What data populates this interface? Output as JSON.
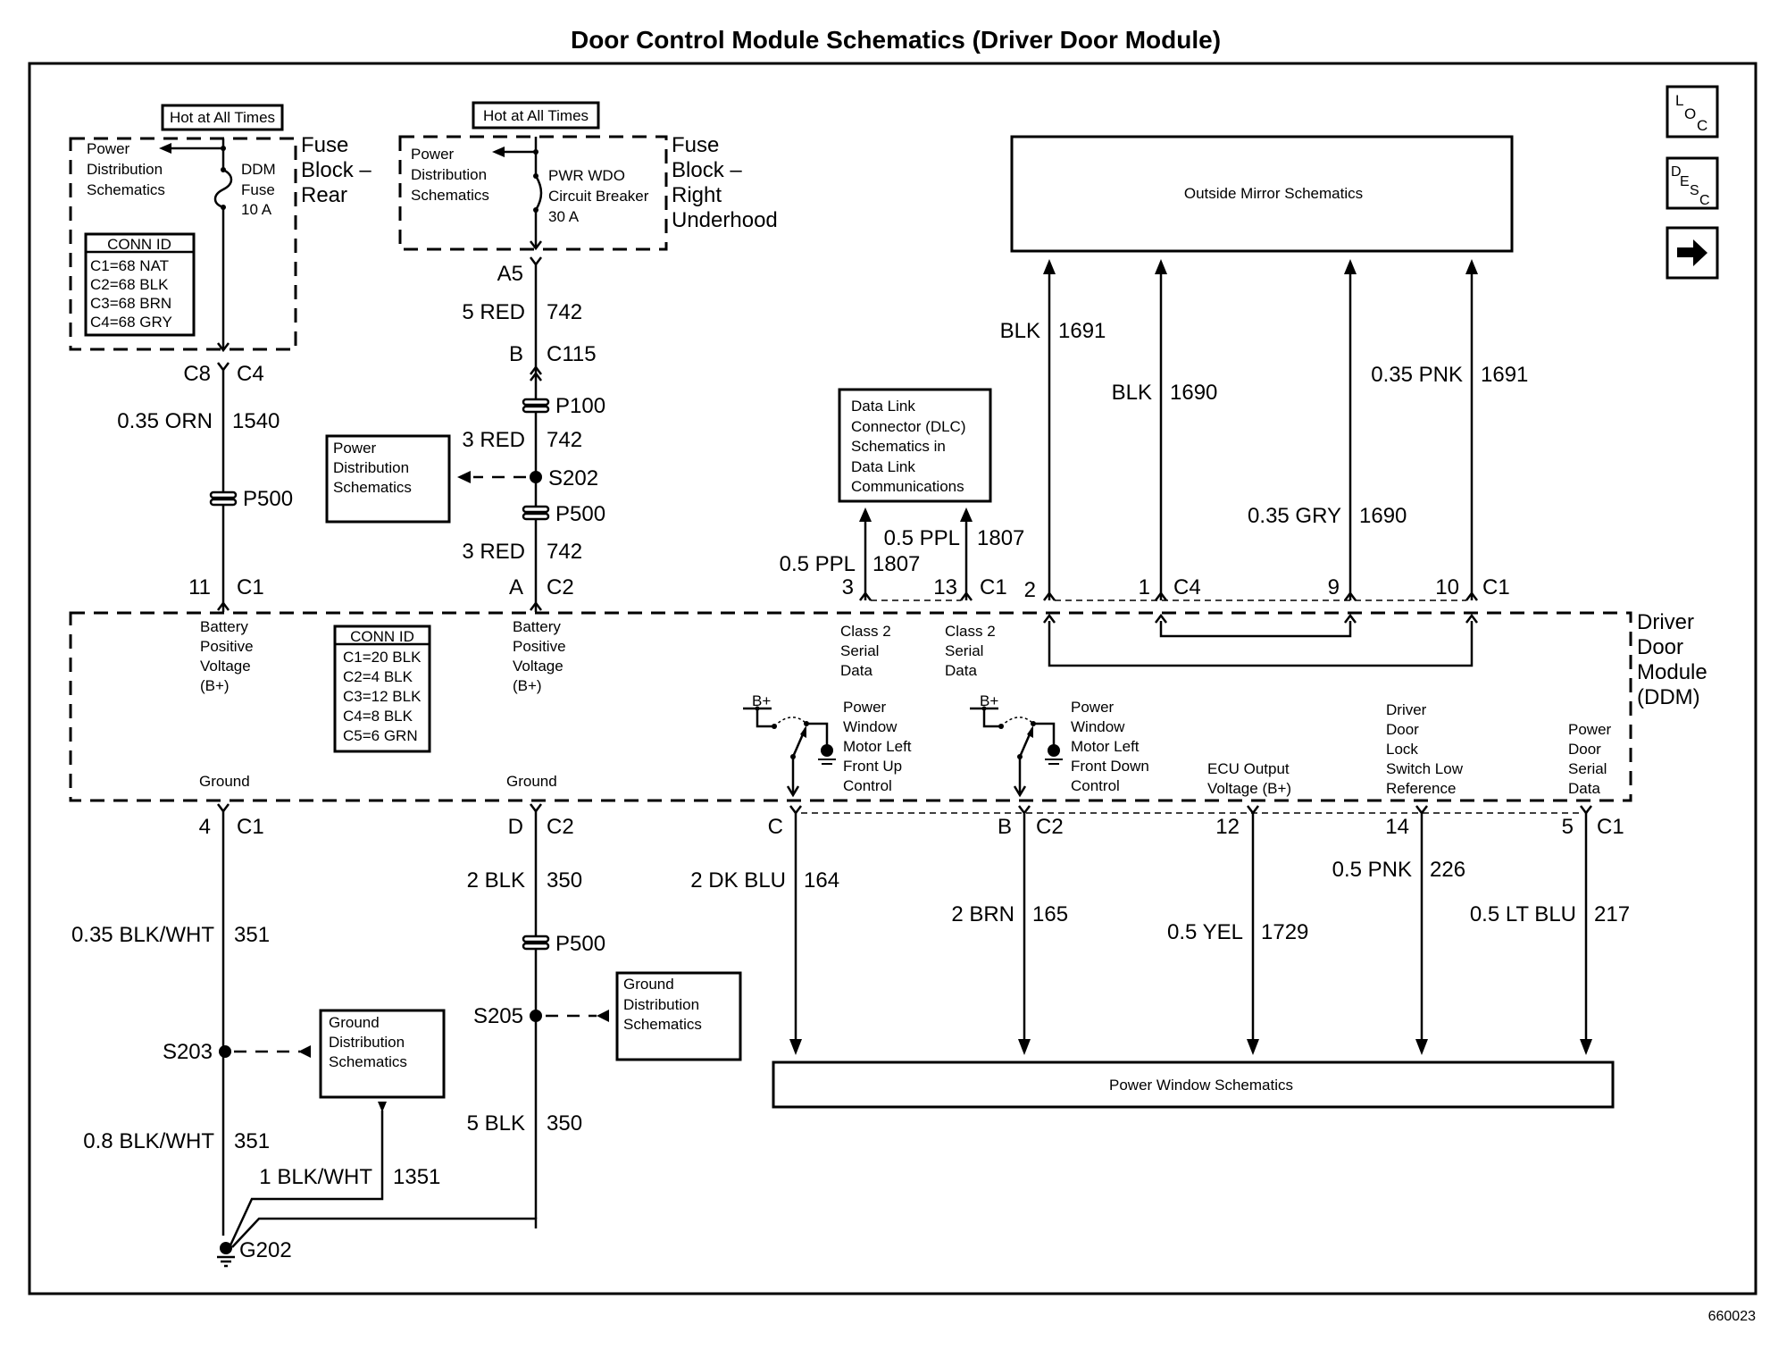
{
  "title": "Door Control Module Schematics (Driver Door Module)",
  "figure_id": "660023",
  "nav": {
    "loc": {
      "top": "L",
      "mid": "O",
      "bot": "C"
    },
    "desc": {
      "l1": "D",
      "l2": "E",
      "l3": "S",
      "l4": "C"
    },
    "next_icon": "arrow-right"
  },
  "fuse_rear": {
    "hot_label": "Hot at All Times",
    "block_label": [
      "Fuse",
      "Block –",
      "Rear"
    ],
    "ref": [
      "Power",
      "Distribution",
      "Schematics"
    ],
    "fuse": [
      "DDM",
      "Fuse",
      "10 A"
    ],
    "conn_id": {
      "header": "CONN ID",
      "rows": [
        "C1=68 NAT",
        "C2=68 BLK",
        "C3=68 BRN",
        "C4=68 GRY"
      ]
    }
  },
  "fuse_underhood": {
    "hot_label": "Hot at All Times",
    "block_label": [
      "Fuse",
      "Block –",
      "Right",
      "Underhood"
    ],
    "ref": [
      "Power",
      "Distribution",
      "Schematics"
    ],
    "breaker": [
      "PWR WDO",
      "Circuit Breaker",
      "30 A"
    ]
  },
  "left_circuit": {
    "top_pin": "C8",
    "top_conn": "C4",
    "wire1": {
      "color": "0.35 ORN",
      "circuit": "1540"
    },
    "inline": "P500",
    "ddm_pin": "11",
    "ddm_conn": "C1",
    "ddm_top_text": [
      "Battery",
      "Positive",
      "Voltage",
      "(B+)"
    ],
    "ddm_bottom_text": "Ground",
    "bot_pin": "4",
    "bot_conn": "C1",
    "wire2": {
      "color": "0.35 BLK/WHT",
      "circuit": "351"
    },
    "splice": "S203",
    "wire3": {
      "color": "0.8 BLK/WHT",
      "circuit": "351"
    }
  },
  "mid_circuit": {
    "a5": "A5",
    "wire1": {
      "color": "5 RED",
      "circuit": "742"
    },
    "c115_pin": "B",
    "c115": "C115",
    "p100": "P100",
    "wire2": {
      "color": "3 RED",
      "circuit": "742"
    },
    "splice": "S202",
    "p500": "P500",
    "wire3": {
      "color": "3 RED",
      "circuit": "742"
    },
    "ddm_pin": "A",
    "ddm_conn": "C2",
    "ddm_top_text": [
      "Battery",
      "Positive",
      "Voltage",
      "(B+)"
    ],
    "ddm_bottom_text": "Ground",
    "bot_pin": "D",
    "bot_conn": "C2",
    "wire4": {
      "color": "2 BLK",
      "circuit": "350"
    },
    "p500_b": "P500",
    "splice_b": "S205",
    "wire5": {
      "color": "5 BLK",
      "circuit": "350"
    }
  },
  "power_dist_ref": [
    "Power",
    "Distribution",
    "Schematics"
  ],
  "ground_ref_1": [
    "Ground",
    "Distribution",
    "Schematics"
  ],
  "ground_ref_2": [
    "Ground",
    "Distribution",
    "Schematics"
  ],
  "ground_wire": {
    "color": "1 BLK/WHT",
    "circuit": "1351"
  },
  "ground_point": "G202",
  "ddm_conn_id": {
    "header": "CONN ID",
    "rows": [
      "C1=20 BLK",
      "C2=4 BLK",
      "C3=12 BLK",
      "C4=8 BLK",
      "C5=6 GRN"
    ]
  },
  "ddm_label": [
    "Driver",
    "Door",
    "Module",
    "(DDM)"
  ],
  "dlc": {
    "box": [
      "Data Link",
      "Connector (DLC)",
      "Schematics in",
      "Data Link",
      "Communications"
    ],
    "wire_a": {
      "color": "0.5 PPL",
      "circuit": "1807",
      "pin": "3",
      "desc": [
        "Class 2",
        "Serial",
        "Data"
      ]
    },
    "wire_b": {
      "color": "0.5 PPL",
      "circuit": "1807",
      "pin": "13",
      "conn": "C1",
      "desc": [
        "Class 2",
        "Serial",
        "Data"
      ]
    }
  },
  "mirror": {
    "box": "Outside Mirror Schematics",
    "wires": [
      {
        "color": "BLK",
        "circuit": "1691",
        "pin": "2"
      },
      {
        "color": "BLK",
        "circuit": "1690",
        "pin": "1",
        "conn": "C4"
      },
      {
        "color": "0.35 GRY",
        "circuit": "1690",
        "pin": "9"
      },
      {
        "color": "0.35 PNK",
        "circuit": "1691",
        "pin": "10",
        "conn": "C1"
      }
    ]
  },
  "switches": [
    {
      "bplus": "B+",
      "label": [
        "Power",
        "Window",
        "Motor Left",
        "Front Up",
        "Control"
      ]
    },
    {
      "bplus": "B+",
      "label": [
        "Power",
        "Window",
        "Motor Left",
        "Front Down",
        "Control"
      ]
    }
  ],
  "ecu_output": [
    "ECU Output",
    "Voltage (B+)"
  ],
  "door_lock_ref": [
    "Driver",
    "Door",
    "Lock",
    "Switch Low",
    "Reference"
  ],
  "power_door_serial": [
    "Power",
    "Door",
    "Serial",
    "Data"
  ],
  "power_window": {
    "box": "Power Window Schematics",
    "wires": [
      {
        "pin": "C",
        "color": "2 DK BLU",
        "circuit": "164"
      },
      {
        "pin": "B",
        "conn": "C2",
        "color": "2 BRN",
        "circuit": "165"
      },
      {
        "pin": "12",
        "color": "0.5 YEL",
        "circuit": "1729"
      },
      {
        "pin": "14",
        "color": "0.5 PNK",
        "circuit": "226"
      },
      {
        "pin": "5",
        "conn": "C1",
        "color": "0.5 LT BLU",
        "circuit": "217"
      }
    ]
  }
}
